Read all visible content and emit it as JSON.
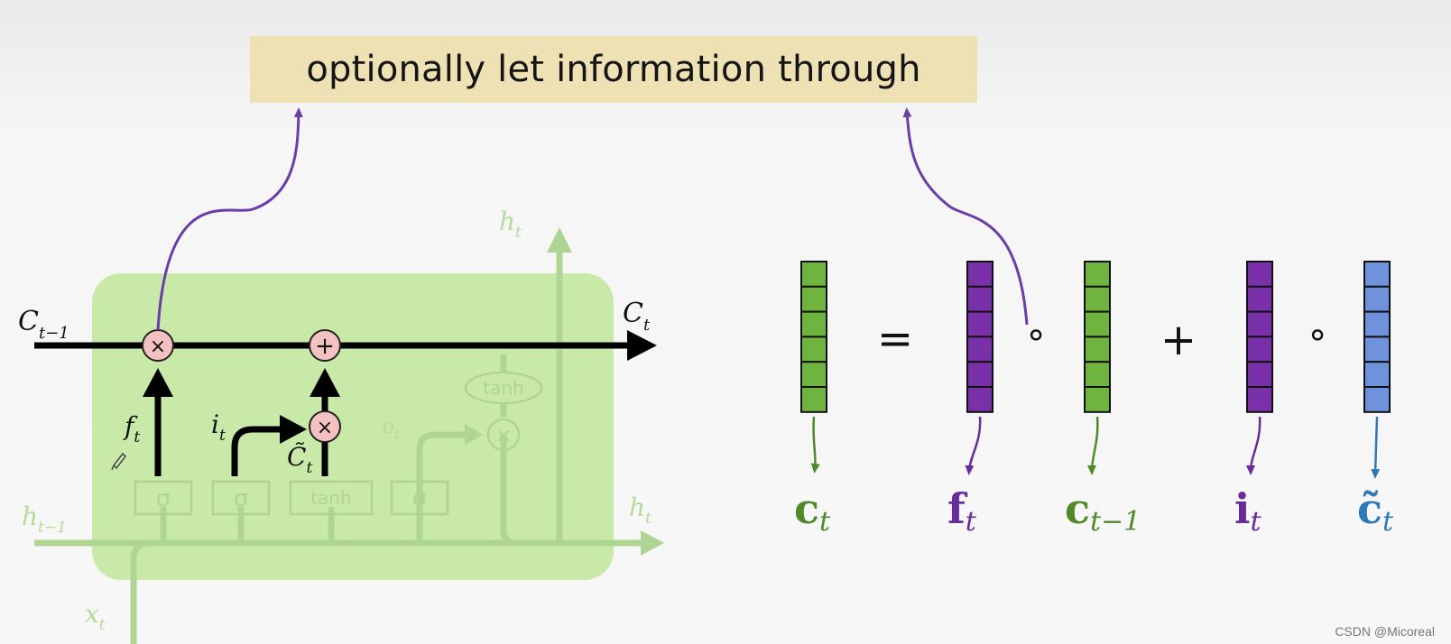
{
  "title": "optionally let information through",
  "lstm_cell": {
    "c_prev": "C",
    "c_prev_sub": "t−1",
    "c_next": "C",
    "c_next_sub": "t",
    "h_top": "h",
    "h_top_sub": "t",
    "h_right": "h",
    "h_right_sub": "t",
    "h_prev": "h",
    "h_prev_sub": "t−1",
    "x_in": "x",
    "x_in_sub": "t",
    "f_label": "f",
    "f_sub": "t",
    "i_label": "i",
    "i_sub": "t",
    "o_label": "o",
    "o_sub": "t",
    "ctilde_label": "C̃",
    "ctilde_sub": "t",
    "mult_symbol": "×",
    "add_symbol": "+",
    "sigma_symbol": "σ",
    "tanh_label": "tanh"
  },
  "equation": {
    "equals": "=",
    "plus": "+",
    "hadamard": "∘",
    "c_t": "c",
    "c_t_sub": "t",
    "f_t": "f",
    "f_t_sub": "t",
    "c_prev": "c",
    "c_prev_sub": "t−1",
    "i_t": "i",
    "i_t_sub": "t",
    "ctilde": "c̃",
    "ctilde_sub": "t"
  },
  "colors": {
    "green": "#5a9a32",
    "purple": "#6a2c9a",
    "blue": "#6e92dc",
    "blue_text": "#2f79b6",
    "cell_bg": "#c9e9a8",
    "op_fill": "#f4c1c1",
    "title_bg": "#eee2b4",
    "arrow_purple": "#6a3ea8"
  },
  "watermark": "CSDN @Micoreal"
}
